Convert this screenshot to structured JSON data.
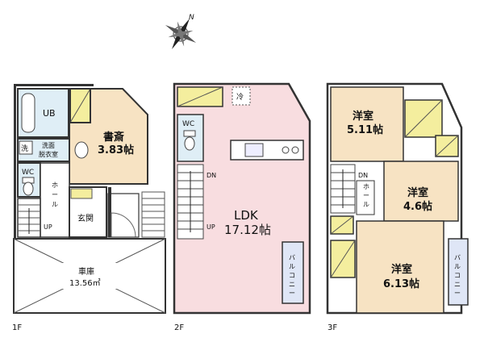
{
  "compass": {
    "north_label": "N"
  },
  "floors": [
    {
      "label": "1F"
    },
    {
      "label": "2F"
    },
    {
      "label": "3F"
    }
  ],
  "rooms": {
    "f1": {
      "ub": "UB",
      "study_name": "書斎",
      "study_size": "3.83帖",
      "wash_line1": "洗面",
      "wash_line2": "脱衣室",
      "washer": "洗",
      "wc": "WC",
      "hall_chars": [
        "ホ",
        "ー",
        "ル"
      ],
      "up": "UP",
      "entrance": "玄関",
      "garage_name": "車庫",
      "garage_size": "13.56㎡"
    },
    "f2": {
      "wc": "WC",
      "fridge": "冷",
      "dn": "DN",
      "up": "UP",
      "ldk_name": "LDK",
      "ldk_size": "17.12帖",
      "balcony_chars": [
        "バ",
        "ル",
        "コ",
        "ニ",
        "ー"
      ]
    },
    "f3": {
      "r1_name": "洋室",
      "r1_size": "5.11帖",
      "dn": "DN",
      "hall_chars": [
        "ホ",
        "ー",
        "ル"
      ],
      "r2_name": "洋室",
      "r2_size": "4.6帖",
      "r3_name": "洋室",
      "r3_size": "6.13帖",
      "balcony_chars": [
        "バ",
        "ル",
        "コ",
        "ニ",
        "ー"
      ]
    }
  },
  "colors": {
    "wall": "#2b2b2b",
    "study": "#f7e3c3",
    "ldk": "#f8dde0",
    "western": "#f7e3c3",
    "storage": "#f4ee9e",
    "wet": "#dfeef6",
    "balcony": "#dfe6f6",
    "garage": "#ffffff"
  }
}
